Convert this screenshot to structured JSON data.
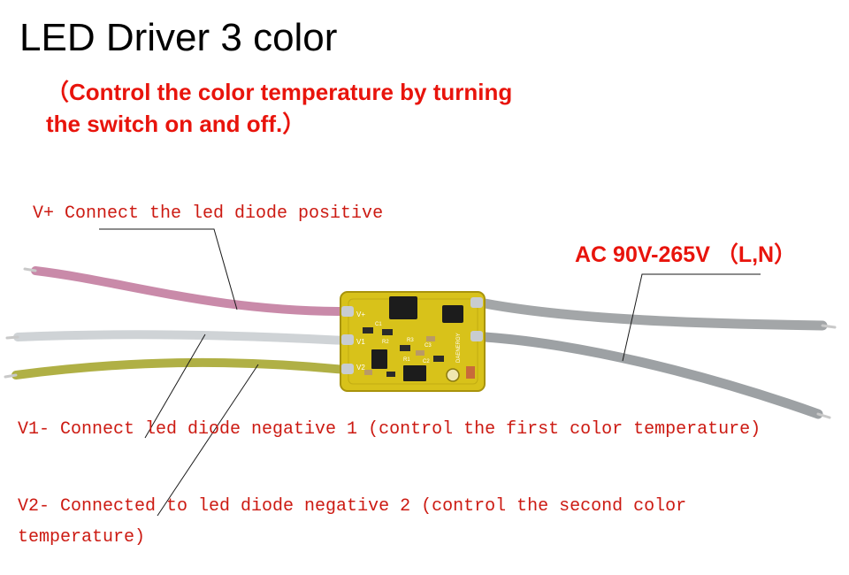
{
  "title": "LED Driver 3 color",
  "subtitle_line1": "（Control the color temperature by turning",
  "subtitle_line2": "the switch on and off.）",
  "labels": {
    "v_plus": "V+ Connect the led diode positive",
    "ac": "AC 90V-265V （L,N）",
    "v1_minus": "V1- Connect led diode negative 1 (control the first color temperature)",
    "v2_minus": "V2- Connected to led diode negative 2 (control the second color temperature)"
  },
  "pcb_markings": {
    "pin_vplus": "V+",
    "pin_v1": "V1",
    "pin_v2": "V2",
    "c1": "C1",
    "c2": "C2",
    "c3": "C3",
    "r1": "R1",
    "r2": "R2",
    "r3": "R3",
    "brand": "DAENERGY"
  },
  "colors": {
    "pink_wire": "#c98aa9",
    "white_wire": "#cfd3d6",
    "yellow_wire": "#b0b045",
    "gray_wire": "#9fa3a6",
    "pcb": "#d8c21a",
    "text_red": "#e8140c"
  }
}
